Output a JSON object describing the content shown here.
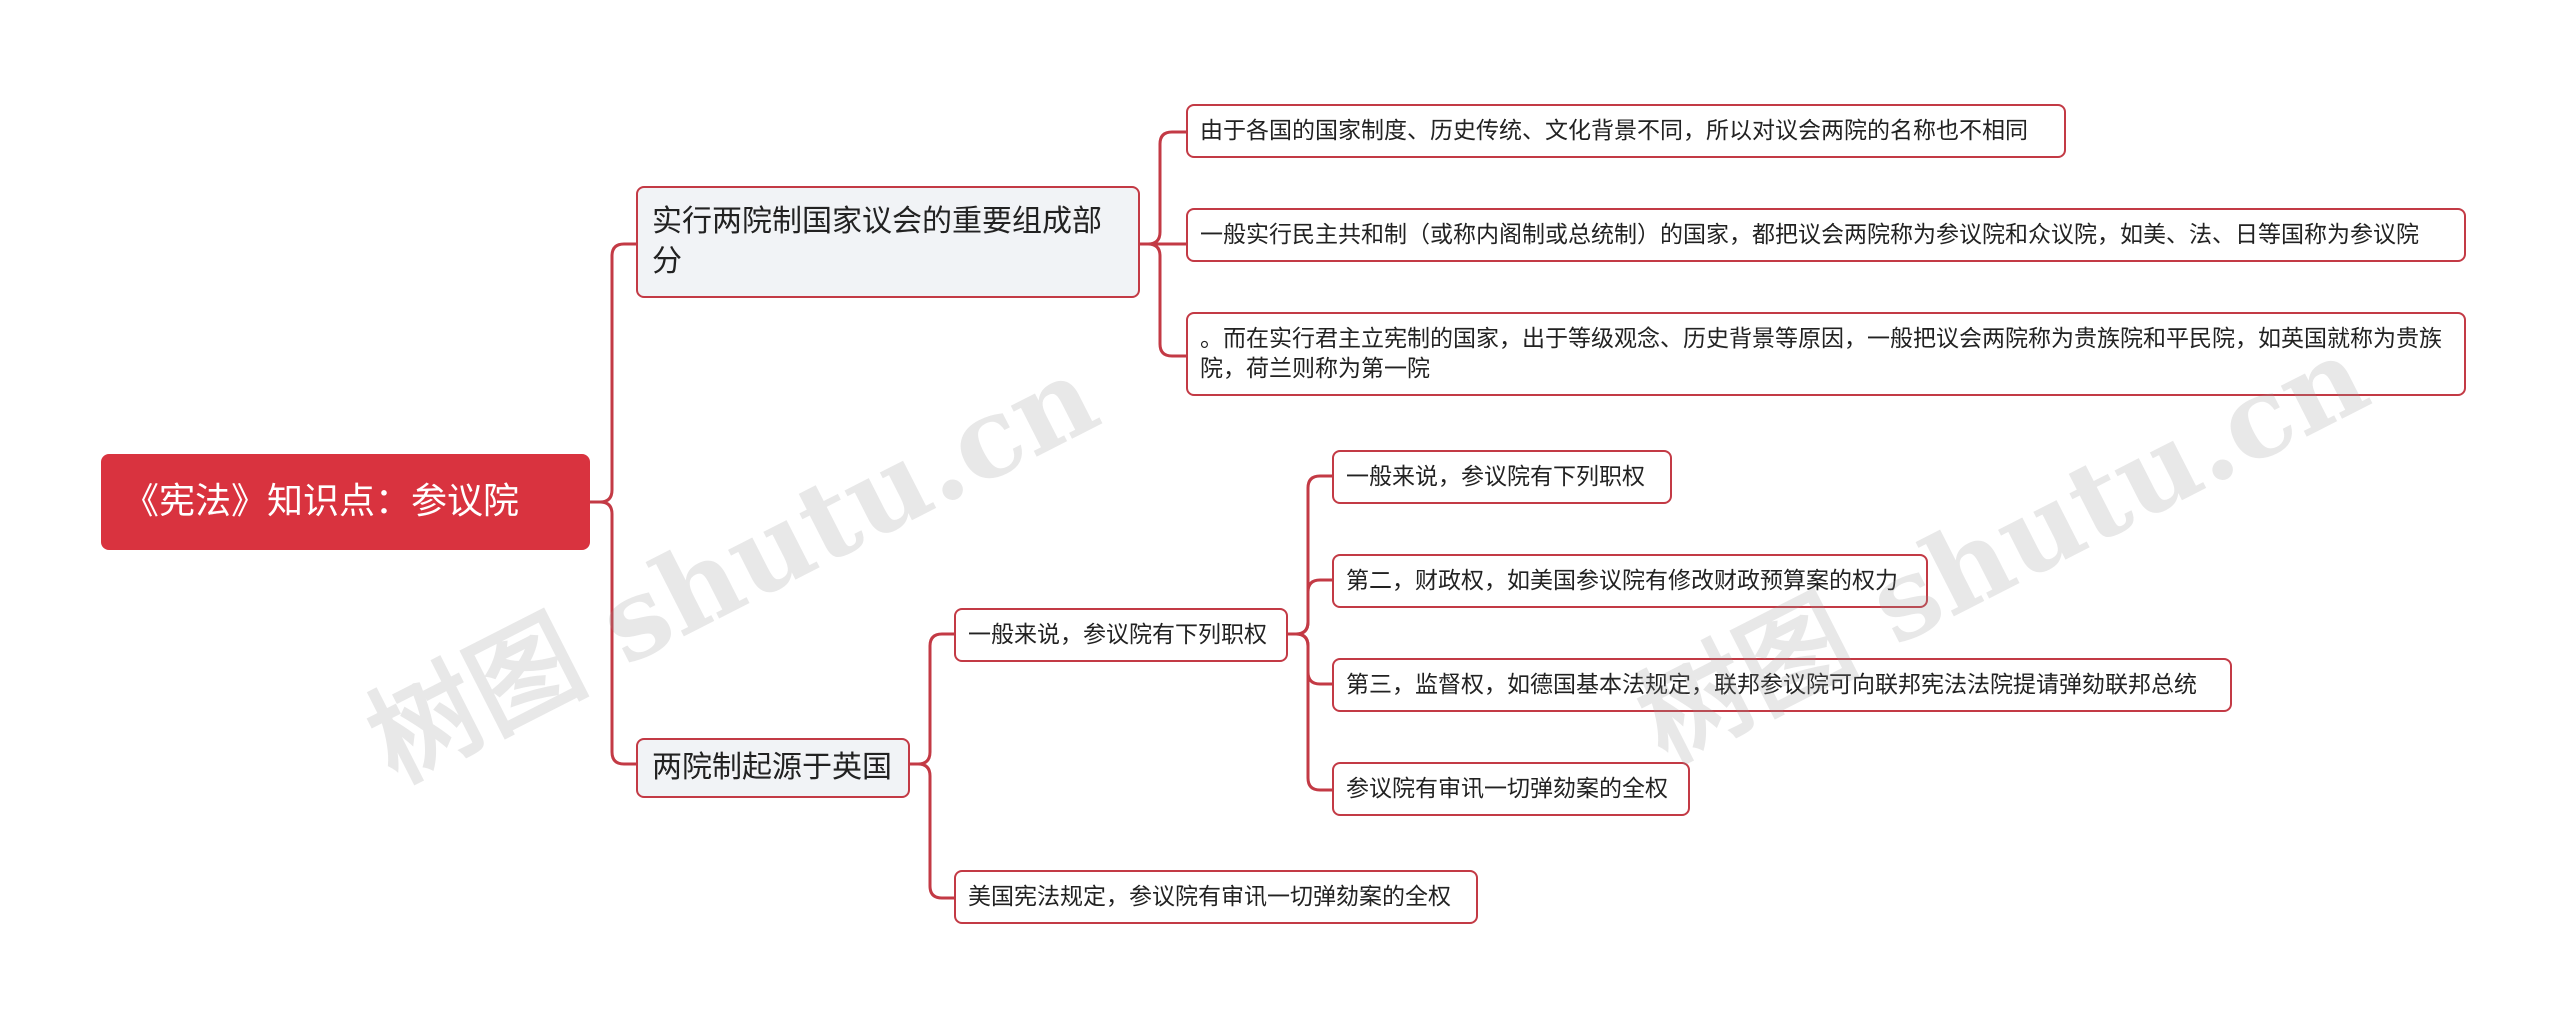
{
  "root": {
    "label": "《宪法》知识点：参议院"
  },
  "branches": [
    {
      "label": "实行两院制国家议会的重要组成部分",
      "children": [
        "由于各国的国家制度、历史传统、文化背景不同，所以对议会两院的名称也不相同",
        "一般实行民主共和制（或称内阁制或总统制）的国家，都把议会两院称为参议院和众议院，如美、法、日等国称为参议院",
        "。而在实行君主立宪制的国家，出于等级观念、历史背景等原因，一般把议会两院称为贵族院和平民院，如英国就称为贵族院，荷兰则称为第一院"
      ]
    },
    {
      "label": "两院制起源于英国",
      "sub": {
        "label": "一般来说，参议院有下列职权",
        "children": [
          "一般来说，参议院有下列职权",
          "第二，财政权，如美国参议院有修改财政预算案的权力",
          "第三，监督权，如德国基本法规定，联邦参议院可向联邦宪法法院提请弹劾联邦总统",
          "参议院有审讯一切弹劾案的全权"
        ]
      },
      "children": [
        "美国宪法规定，参议院有审讯一切弹劾案的全权"
      ]
    }
  ],
  "watermarks": [
    "树图 shutu.cn",
    "树图 shutu.cn"
  ],
  "colors": {
    "line": "#c33a45",
    "root_fill": "#d9333f",
    "branch_fill": "#f1f3f6"
  }
}
